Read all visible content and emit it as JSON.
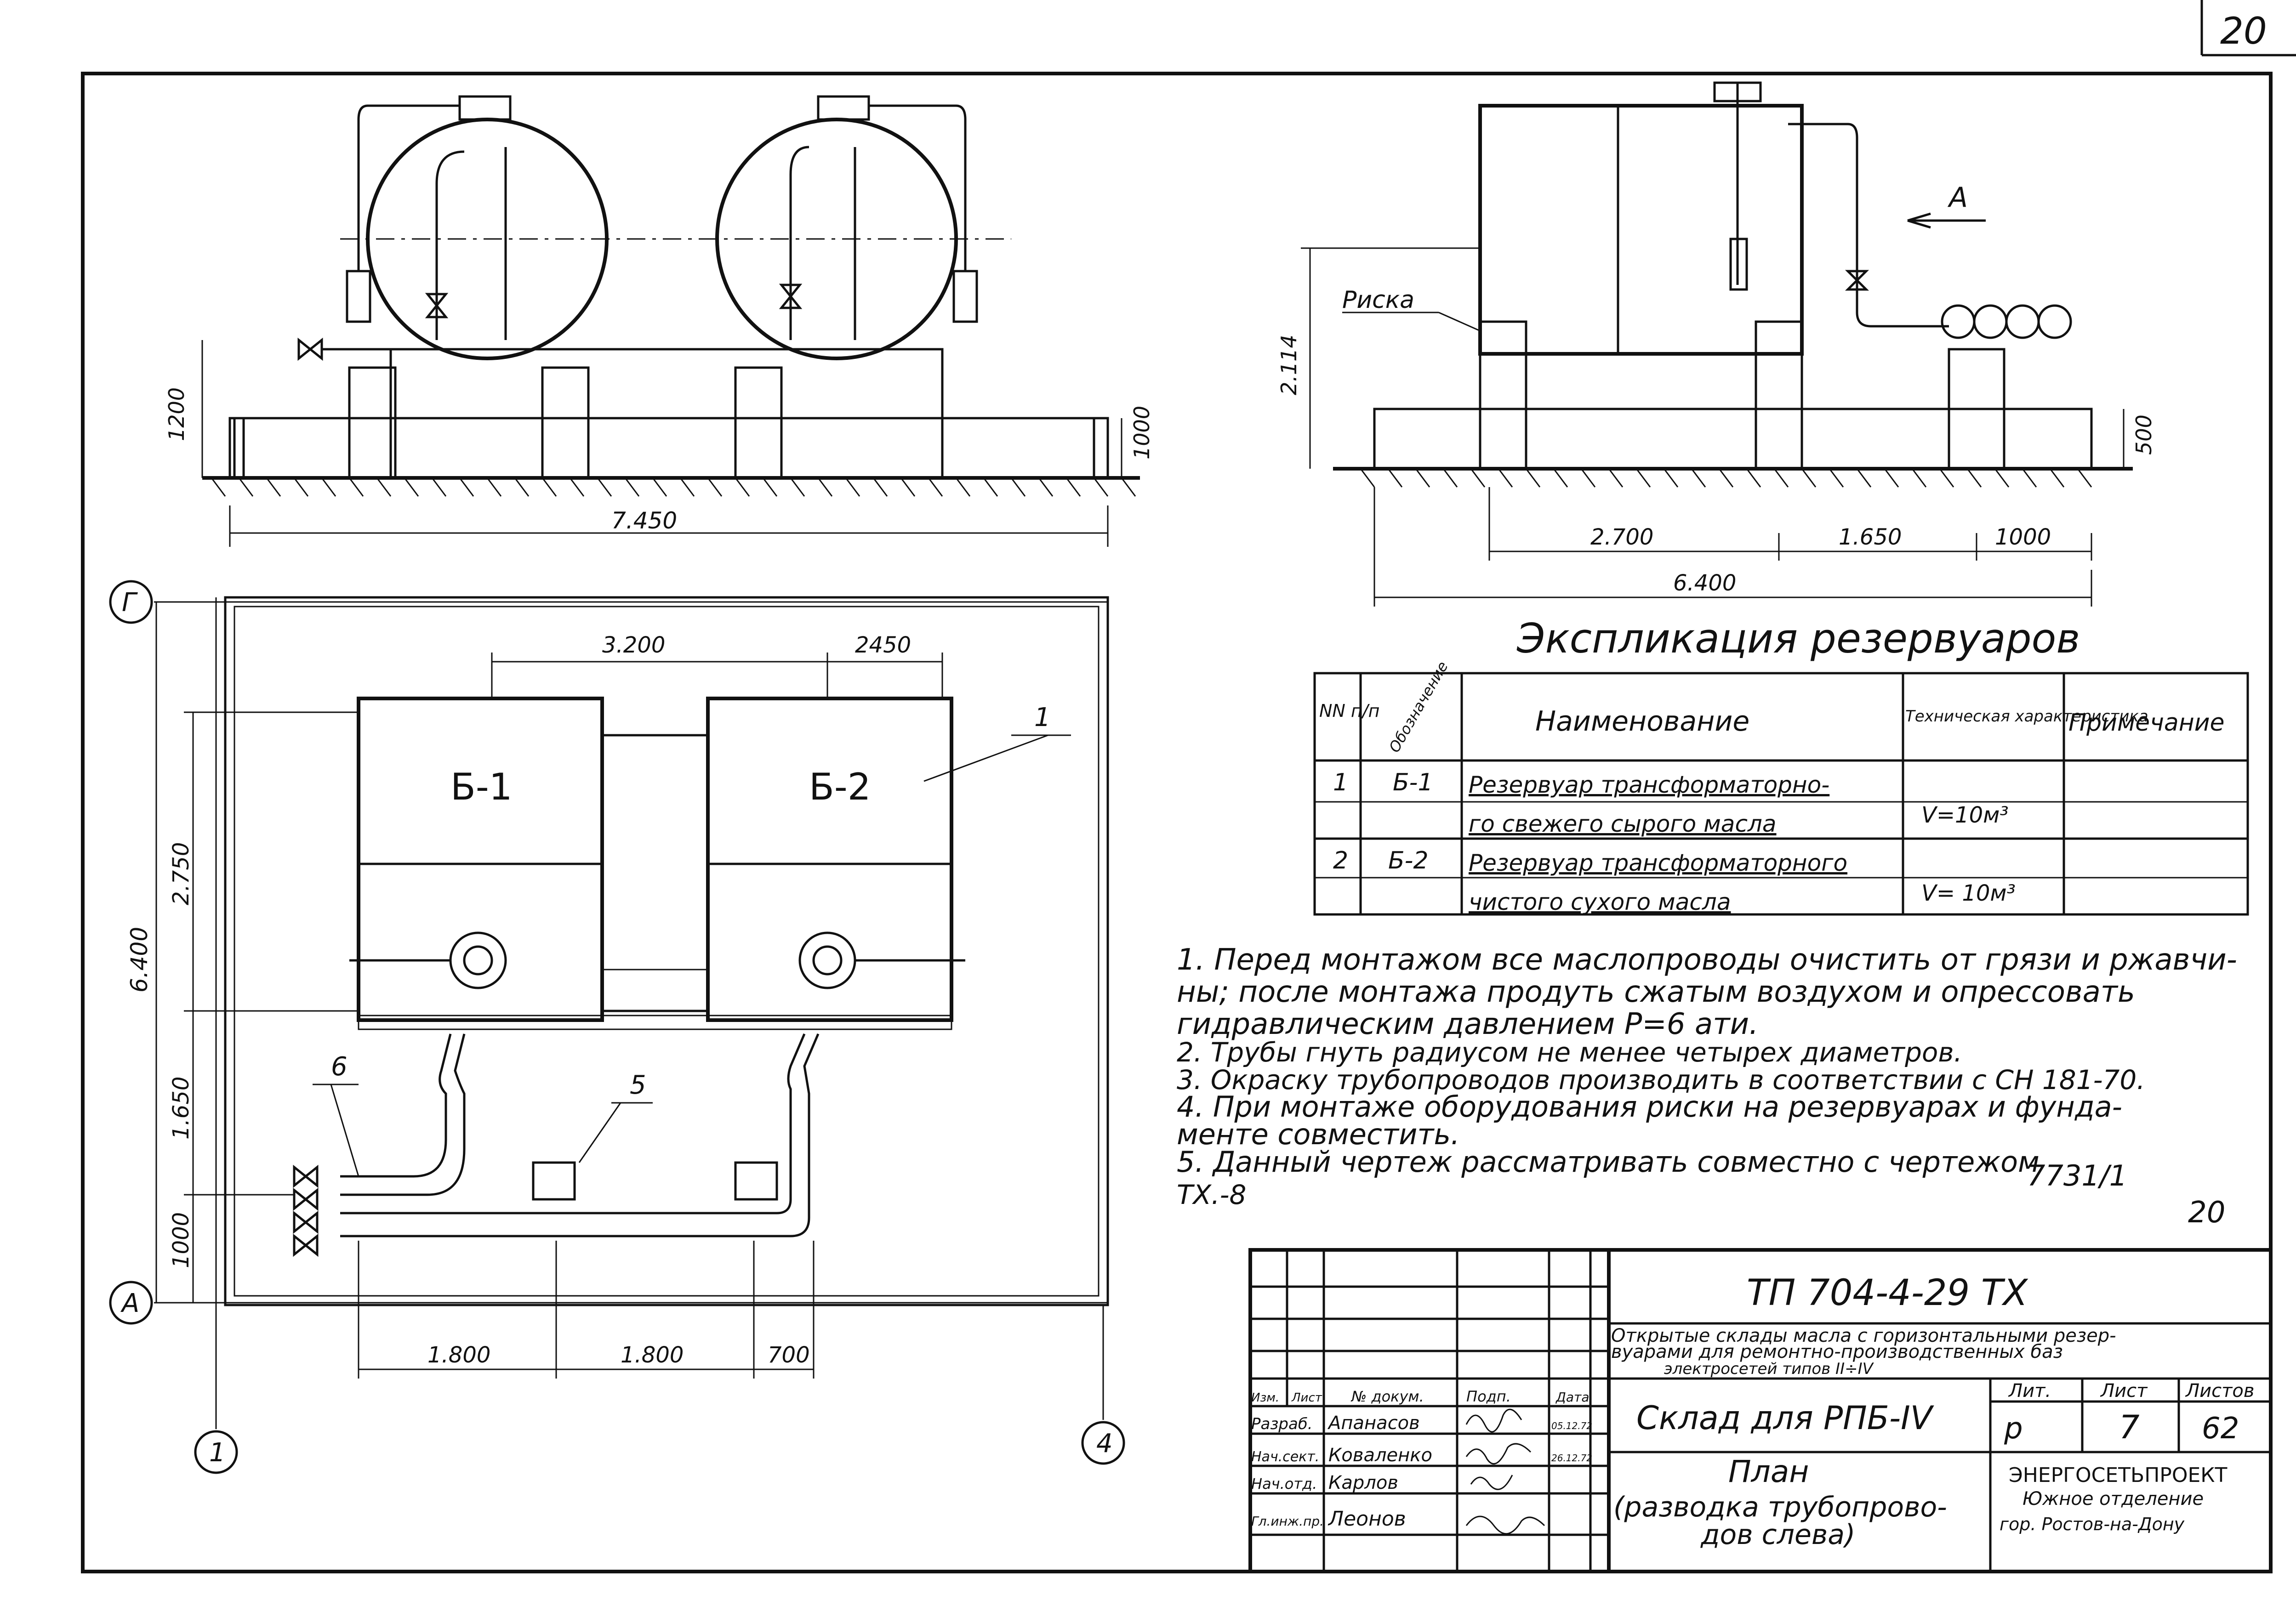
{
  "sheet": {
    "page_corner_number": "20",
    "archive_number": "7731/1",
    "sheet_number_mark": "20"
  },
  "front_elevation": {
    "dim_height_left": "1200",
    "dim_height_right": "1000",
    "dim_length": "7.450"
  },
  "side_elevation": {
    "label_risk": "Риска",
    "view_label": "А",
    "dim_height": "2.114",
    "dim_small": "500",
    "dim_seg1": "2.700",
    "dim_seg2": "1.650",
    "dim_seg3": "1000",
    "dim_total": "6.400"
  },
  "plan": {
    "axis_g": "Г",
    "axis_a": "А",
    "axis_1": "1",
    "axis_4": "4",
    "tank1_label": "Б-1",
    "tank2_label": "Б-2",
    "callout_1": "1",
    "callout_5": "5",
    "callout_6": "6",
    "dim_top1": "3.200",
    "dim_top2": "2450",
    "dim_left_total": "6.400",
    "dim_left_1": "2.750",
    "dim_left_2": "1.650",
    "dim_left_3": "1000",
    "dim_bottom_1": "1.800",
    "dim_bottom_2": "1.800",
    "dim_bottom_3": "700"
  },
  "explication": {
    "title": "Экспликация резервуаров",
    "headers": [
      "NN п/п",
      "Обозначение",
      "Наименование",
      "Техническая характеристика",
      "Примечание"
    ],
    "rows": [
      {
        "num": "1",
        "code": "Б-1",
        "name_line1": "Резервуар трансформаторно-",
        "name_line2": "го свежего сырого масла",
        "spec": "V=10м³",
        "note": ""
      },
      {
        "num": "2",
        "code": "Б-2",
        "name_line1": "Резервуар трансформаторного",
        "name_line2": "чистого сухого масла",
        "spec": "V= 10м³",
        "note": ""
      }
    ]
  },
  "notes": [
    "1. Перед монтажом все маслопроводы очистить от грязи и ржавчи-",
    "ны; после монтажа продуть сжатым воздухом и опрессовать",
    "гидравлическим давлением  P=6 ати.",
    "2. Трубы гнуть радиусом не менее четырех диаметров.",
    "3. Окраску трубопроводов производить в соответствии с СН 181-70.",
    "4. При монтаже оборудования риски на резервуарах и фунда-",
    "менте совместить.",
    "5. Данный чертеж рассматривать совместно с чертежом",
    "ТХ.-8"
  ],
  "title_block": {
    "doc_code": "ТП 704-4-29 ТХ",
    "project_desc_1": "Открытые склады масла с горизонтальными резер-",
    "project_desc_2": "вуарами для ремонтно-производственных баз",
    "project_desc_3": "электросетей  типов II÷IV",
    "stamp_headers": [
      "Изм.",
      "Лист",
      "№ докум.",
      "Подп.",
      "Дата"
    ],
    "roles": [
      {
        "role": "Разраб.",
        "name": "Апанасов",
        "date": "05.12.72"
      },
      {
        "role": "Нач.сект.",
        "name": "Коваленко",
        "date": "26.12.72"
      },
      {
        "role": "Нач.отд.",
        "name": "Карлов",
        "date": ""
      },
      {
        "role": "Гл.инж.пр.",
        "name": "Леонов",
        "date": ""
      }
    ],
    "object_name": "Склад для РПБ-IV",
    "drawing_name_1": "План",
    "drawing_name_2": "(разводка трубопрово-",
    "drawing_name_3": "дов слева)",
    "lit_label": "Лит.",
    "sheet_label": "Лист",
    "sheets_label": "Листов",
    "lit_value": "р",
    "sheet_value": "7",
    "sheets_value": "62",
    "org_1": "ЭНЕРГОСЕТЬПРОЕКТ",
    "org_2": "Южное отделение",
    "org_3": "гор. Ростов-на-Дону"
  }
}
